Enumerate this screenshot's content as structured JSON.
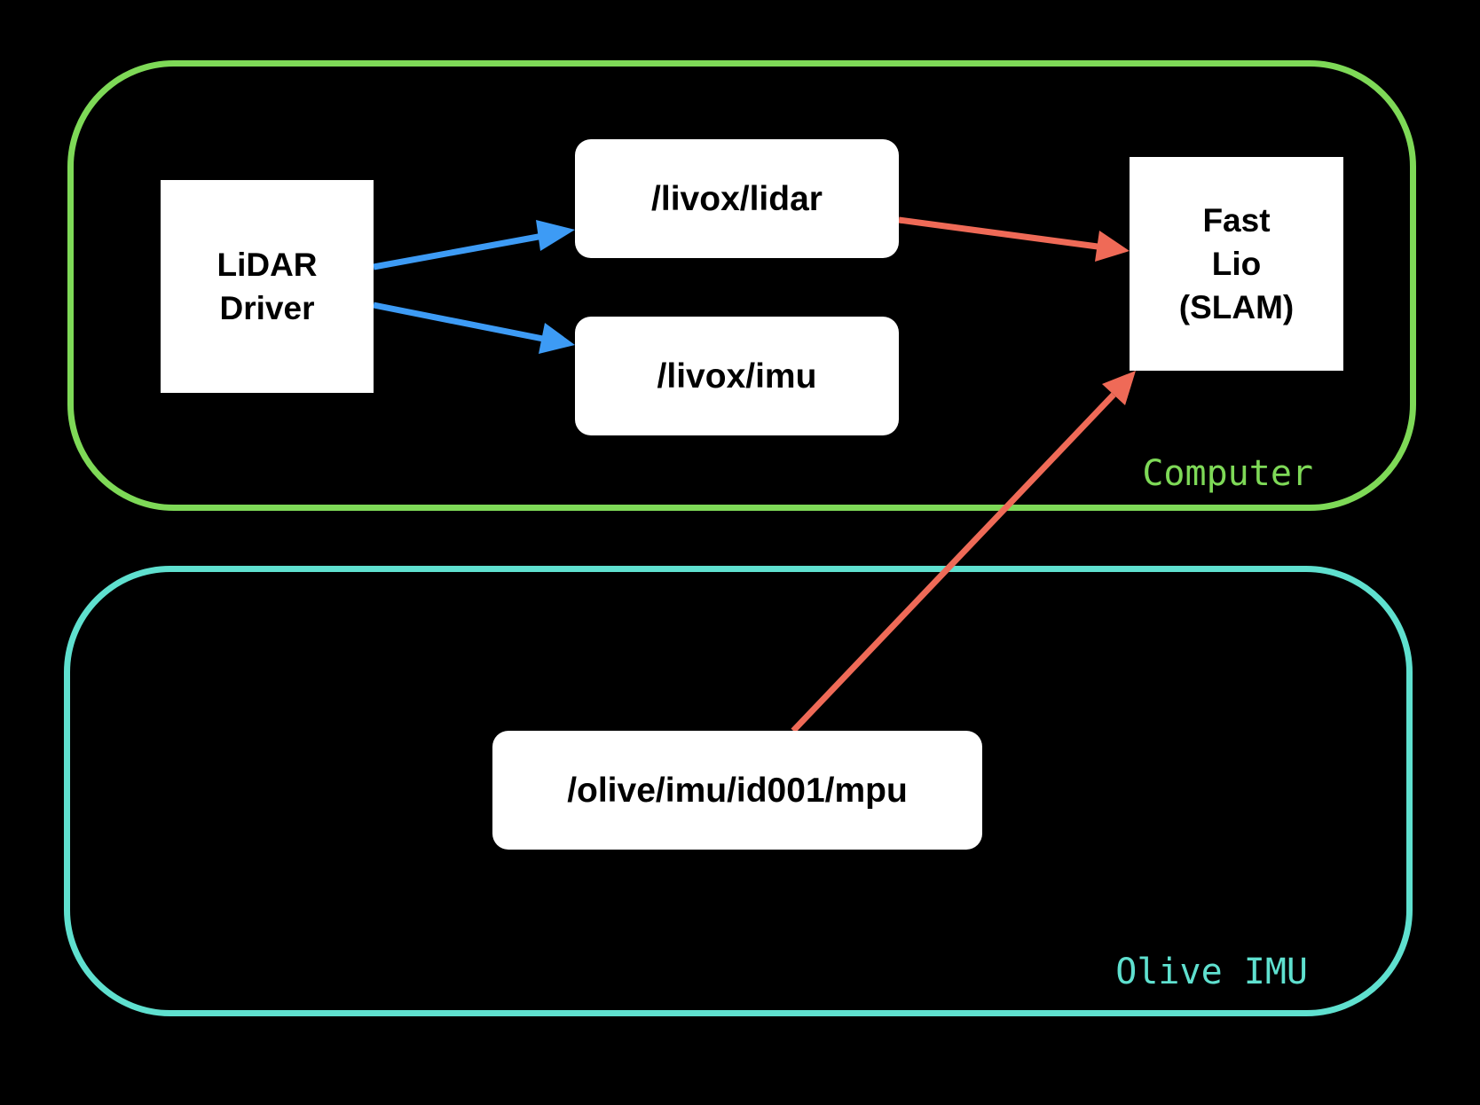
{
  "colors": {
    "background": "#000000",
    "computer_group": "#7ed957",
    "olive_group": "#5fe0cf",
    "arrow_blue": "#3d9bf5",
    "arrow_red": "#ef6a57",
    "node_fill": "#ffffff",
    "node_text": "#000000"
  },
  "groups": {
    "computer": {
      "label": "Computer"
    },
    "olive": {
      "label": "Olive IMU"
    }
  },
  "nodes": {
    "lidar_driver": {
      "line1": "LiDAR",
      "line2": "Driver"
    },
    "livox_lidar": {
      "label": "/livox/lidar"
    },
    "livox_imu": {
      "label": "/livox/imu"
    },
    "fast_lio": {
      "line1": "Fast",
      "line2": "Lio",
      "line3": "(SLAM)"
    },
    "olive_mpu": {
      "label": "/olive/imu/id001/mpu"
    }
  },
  "edges": [
    {
      "from": "lidar_driver",
      "to": "livox_lidar",
      "color": "arrow_blue"
    },
    {
      "from": "lidar_driver",
      "to": "livox_imu",
      "color": "arrow_blue"
    },
    {
      "from": "livox_lidar",
      "to": "fast_lio",
      "color": "arrow_red"
    },
    {
      "from": "olive_mpu",
      "to": "fast_lio",
      "color": "arrow_red"
    }
  ]
}
